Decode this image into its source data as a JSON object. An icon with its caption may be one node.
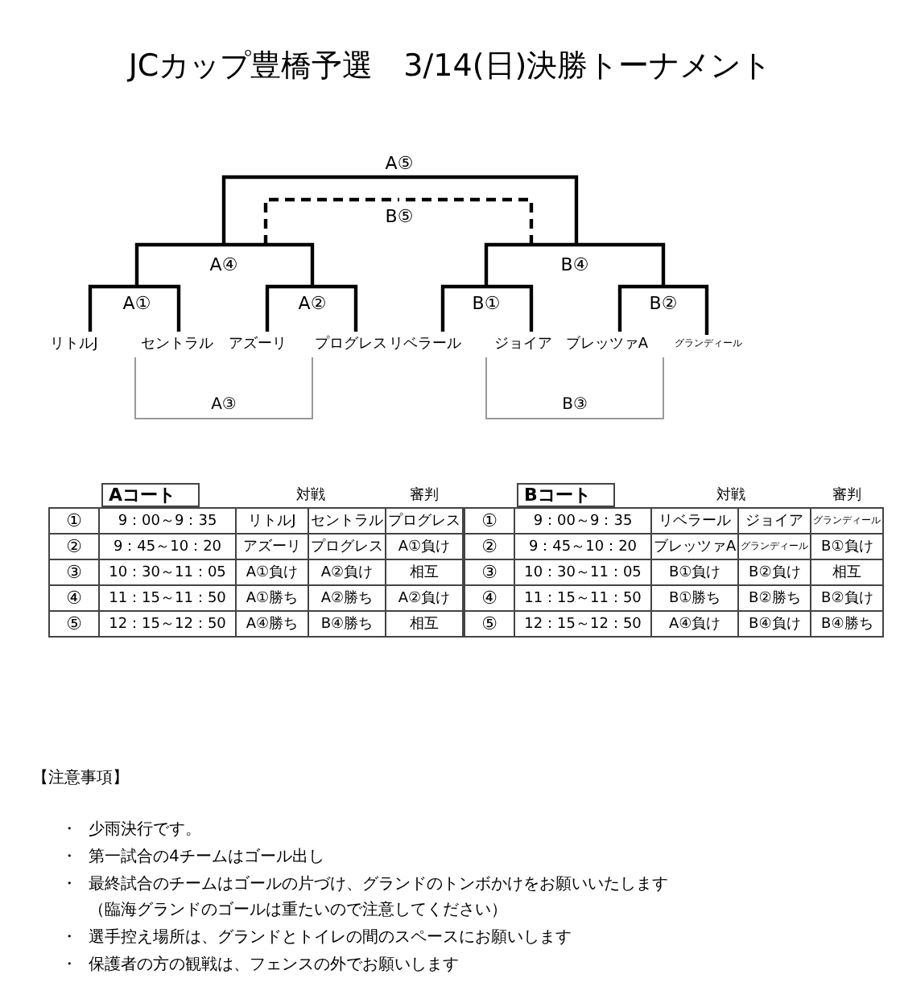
{
  "diagram": {
    "title": "JCカップ豊橋予選　3/14(日)決勝トーナメント",
    "nodes": [
      {
        "text": [
          "A⑤"
        ]
      },
      {
        "text": [
          "B⑤"
        ]
      },
      {
        "text": [
          "A④"
        ]
      },
      {
        "text": [
          "B④"
        ]
      },
      {
        "text": [
          "A①"
        ]
      },
      {
        "text": [
          "A②"
        ]
      },
      {
        "text": [
          "B①"
        ]
      },
      {
        "text": [
          "B②"
        ]
      },
      {
        "text": [
          "リトルJ"
        ]
      },
      {
        "text": [
          "セントラル"
        ]
      },
      {
        "text": [
          "アズーリ"
        ]
      },
      {
        "text": [
          "プログレス"
        ]
      },
      {
        "text": [
          "リベラール"
        ]
      },
      {
        "text": [
          "ジョイア"
        ]
      },
      {
        "text": [
          "ブレッツァA"
        ]
      },
      {
        "text": [
          "グランディール"
        ]
      },
      {
        "text": [
          "A③"
        ]
      },
      {
        "text": [
          "B③"
        ]
      }
    ],
    "edges": [
      {
        "from": 8,
        "to": 4,
        "arrow": "none"
      },
      {
        "from": 9,
        "to": 4,
        "arrow": "none"
      },
      {
        "from": 10,
        "to": 5,
        "arrow": "none"
      },
      {
        "from": 11,
        "to": 5,
        "arrow": "none"
      },
      {
        "from": 12,
        "to": 6,
        "arrow": "none"
      },
      {
        "from": 13,
        "to": 6,
        "arrow": "none"
      },
      {
        "from": 14,
        "to": 7,
        "arrow": "none"
      },
      {
        "from": 15,
        "to": 7,
        "arrow": "none"
      },
      {
        "from": 4,
        "to": 2,
        "arrow": "none"
      },
      {
        "from": 5,
        "to": 2,
        "arrow": "none"
      },
      {
        "from": 6,
        "to": 3,
        "arrow": "none"
      },
      {
        "from": 7,
        "to": 3,
        "arrow": "none"
      },
      {
        "from": 2,
        "to": 0,
        "arrow": "none"
      },
      {
        "from": 3,
        "to": 0,
        "arrow": "none"
      },
      {
        "from": 2,
        "to": 1,
        "arrow": "none",
        "style": "dashed"
      },
      {
        "from": 3,
        "to": 1,
        "arrow": "none",
        "style": "dashed"
      },
      {
        "from": 9,
        "to": 16,
        "arrow": "none",
        "color": "#999999"
      },
      {
        "from": 10,
        "to": 16,
        "arrow": "none",
        "color": "#999999"
      },
      {
        "from": 13,
        "to": 17,
        "arrow": "none",
        "color": "#999999"
      },
      {
        "from": 14,
        "to": 17,
        "arrow": "none",
        "color": "#999999"
      }
    ],
    "labels": [
      "Aコート",
      "対戦",
      "審判",
      "①",
      "9：00～9：35",
      "リトルJ",
      "セントラル",
      "プログレス",
      "②",
      "9：45～10：20",
      "アズーリ",
      "プログレス",
      "A①負け",
      "③",
      "10：30～11：05",
      "A①負け",
      "A②負け",
      "相互",
      "④",
      "11：15～11：50",
      "A①勝ち",
      "A②勝ち",
      "A②負け",
      "⑤",
      "12：15～12：50",
      "A④勝ち",
      "B④勝ち",
      "相互",
      "Bコート",
      "対戦",
      "審判",
      "①",
      "9：00～9：35",
      "リベラール",
      "ジョイア",
      "グランディール",
      "②",
      "9：45～10：20",
      "ブレッツァA",
      "グランディール",
      "B①負け",
      "③",
      "10：30～11：05",
      "B①負け",
      "B②負け",
      "相互",
      "④",
      "11：15～11：50",
      "B①勝ち",
      "B②勝ち",
      "B②負け",
      "⑤",
      "12：15～12：50",
      "A④負け",
      "B④負け",
      "B④勝ち",
      "【注意事項】",
      "・",
      "少雨決行です。",
      "・",
      "第一試合の4チームはゴール出し",
      "・",
      "最終試合のチームはゴールの片づけ、グランドのトンボかけをお願いいたします",
      "（臨海グランドのゴールは重たいので注意してください）",
      "・",
      "選手控え場所は、グランドとトイレの間のスペースにお願いします",
      "・",
      "保護者の方の観戦は、フェンスの外でお願いします"
    ]
  }
}
